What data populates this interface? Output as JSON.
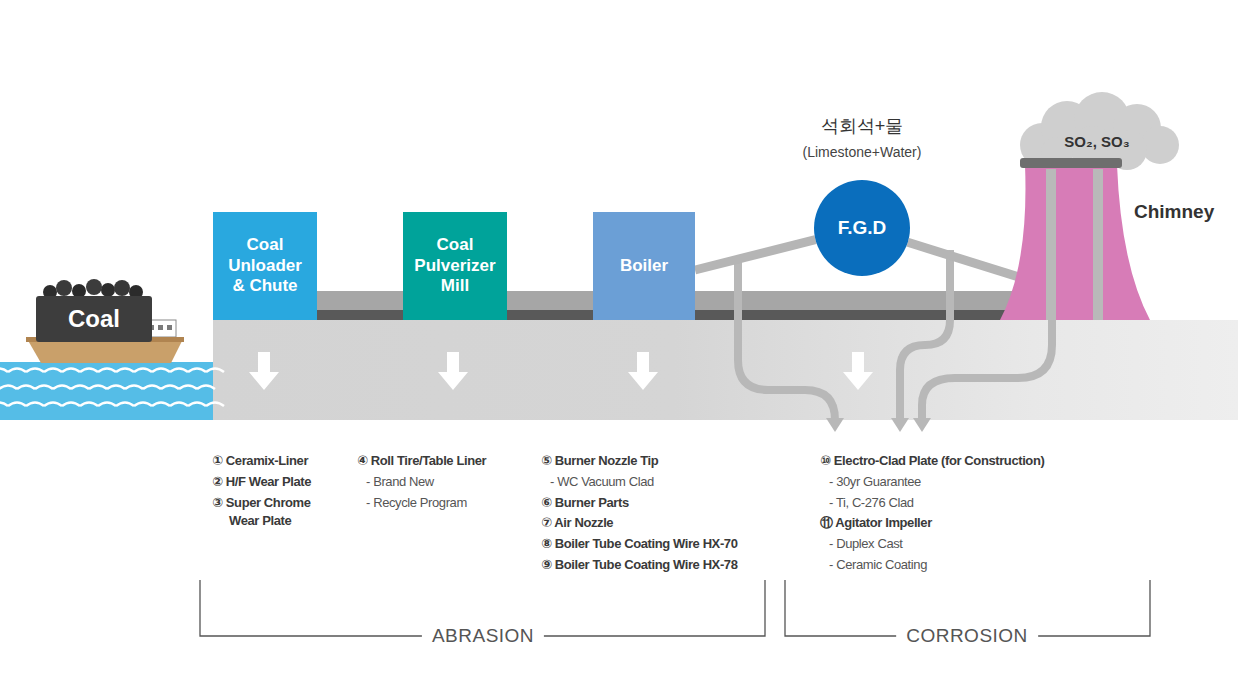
{
  "diagram": {
    "nodes": [
      {
        "text": [
          "Coal"
        ]
      },
      {
        "text": [
          "Coal Unloader & Chute"
        ]
      },
      {
        "text": [
          "Coal Pulverizer Mill"
        ]
      },
      {
        "text": [
          "Boiler"
        ]
      },
      {
        "text": [
          "석회석+물",
          "(Limestone+Water)",
          "F.G.D"
        ]
      },
      {
        "text": [
          "SO₂, SO₃"
        ]
      },
      {
        "text": [
          "Chimney"
        ]
      }
    ],
    "edges": [
      {
        "from": 3,
        "to": 4,
        "arrow": "none"
      },
      {
        "from": 4,
        "to": 6,
        "arrow": "none"
      }
    ],
    "labels": [
      "① Ceramix-Liner",
      "② H/F Wear Plate",
      "③ Super Chrome Wear Plate",
      "④ Roll Tire/Table Liner",
      "- Brand New",
      "- Recycle Program",
      "⑤ Burner Nozzle Tip",
      "- WC Vacuum Clad",
      "⑥ Burner Parts",
      "⑦ Air Nozzle",
      "⑧ Boiler Tube Coating Wire HX-70",
      "⑨ Boiler Tube Coating Wire HX-78",
      "⑩ Electro-Clad Plate (for Construction)",
      "- 30yr Guarantee",
      "- Ti, C-276 Clad",
      "⑪ Agitator Impeller",
      "- Duplex Cast",
      "- Ceramic Coating",
      "ABRASION",
      "CORROSION"
    ]
  }
}
